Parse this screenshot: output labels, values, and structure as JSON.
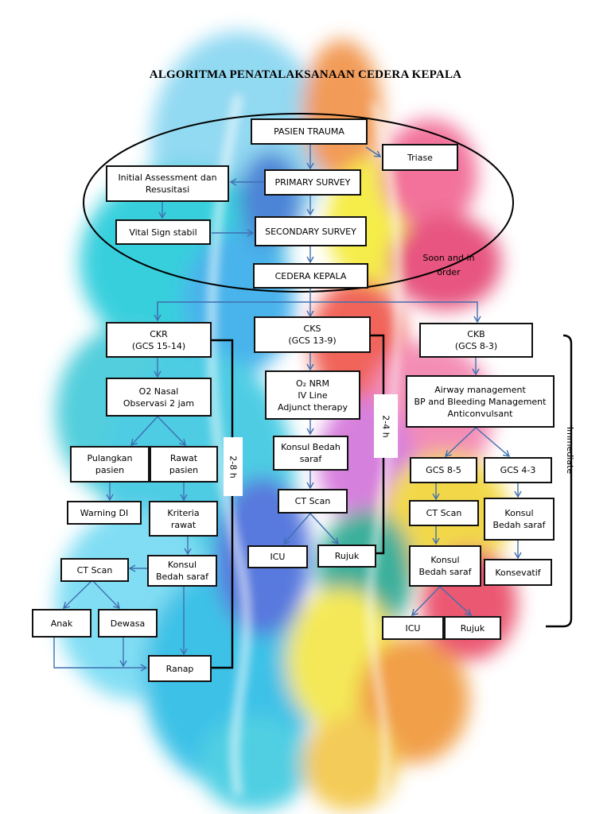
{
  "title": "ALGORITMA PENATALAKSANAAN CEDERA KEPALA",
  "colors": {
    "arrow": "#3f6fb0",
    "border": "#111111"
  },
  "nodes": {
    "pasien_trauma": "PASIEN TRAUMA",
    "triase": "Triase",
    "primary_survey": "PRIMARY SURVEY",
    "initial_assessment": "Initial Assessment dan\nResusitasi",
    "vital_sign": "Vital Sign stabil",
    "secondary_survey": "SECONDARY SURVEY",
    "cedera_kepala": "CEDERA KEPALA",
    "soon_in_order": "Soon and in\norder",
    "ckr": "CKR\n(GCS 15-14)",
    "cks": "CKS\n(GCS 13-9)",
    "ckb": "CKB\n(GCS 8-3)",
    "o2_nasal": "O2 Nasal\nObservasi 2 jam",
    "o2_nrm": "O₂ NRM\nIV Line\nAdjunct therapy",
    "airway": "Airway management\nBP and  Bleeding Management\nAnticonvulsant",
    "pulangkan": "Pulangkan\npasien",
    "rawat": "Rawat\npasien",
    "warning": "Warning DI",
    "kriteria": "Kriteria\nrawat",
    "ct_scan_left": "CT Scan",
    "konsul_left": "Konsul\nBedah saraf",
    "anak": "Anak",
    "dewasa": "Dewasa",
    "ranap": "Ranap",
    "konsul_mid": "Konsul Bedah\nsaraf",
    "ct_scan_mid": "CT Scan",
    "icu_mid": "ICU",
    "rujuk_mid": "Rujuk",
    "gcs_8_5": "GCS 8-5",
    "gcs_4_3": "GCS 4-3",
    "ct_scan_right": "CT Scan",
    "konsul_right_top": "Konsul\nBedah saraf",
    "konsul_right_bottom": "Konsul\nBedah saraf",
    "konsevatif": "Konsevatif",
    "icu_right": "ICU",
    "rujuk_right": "Rujuk"
  },
  "labels": {
    "time_ckr": "2-8 h",
    "time_cks": "2-4 h",
    "immediate": "Immediate"
  }
}
